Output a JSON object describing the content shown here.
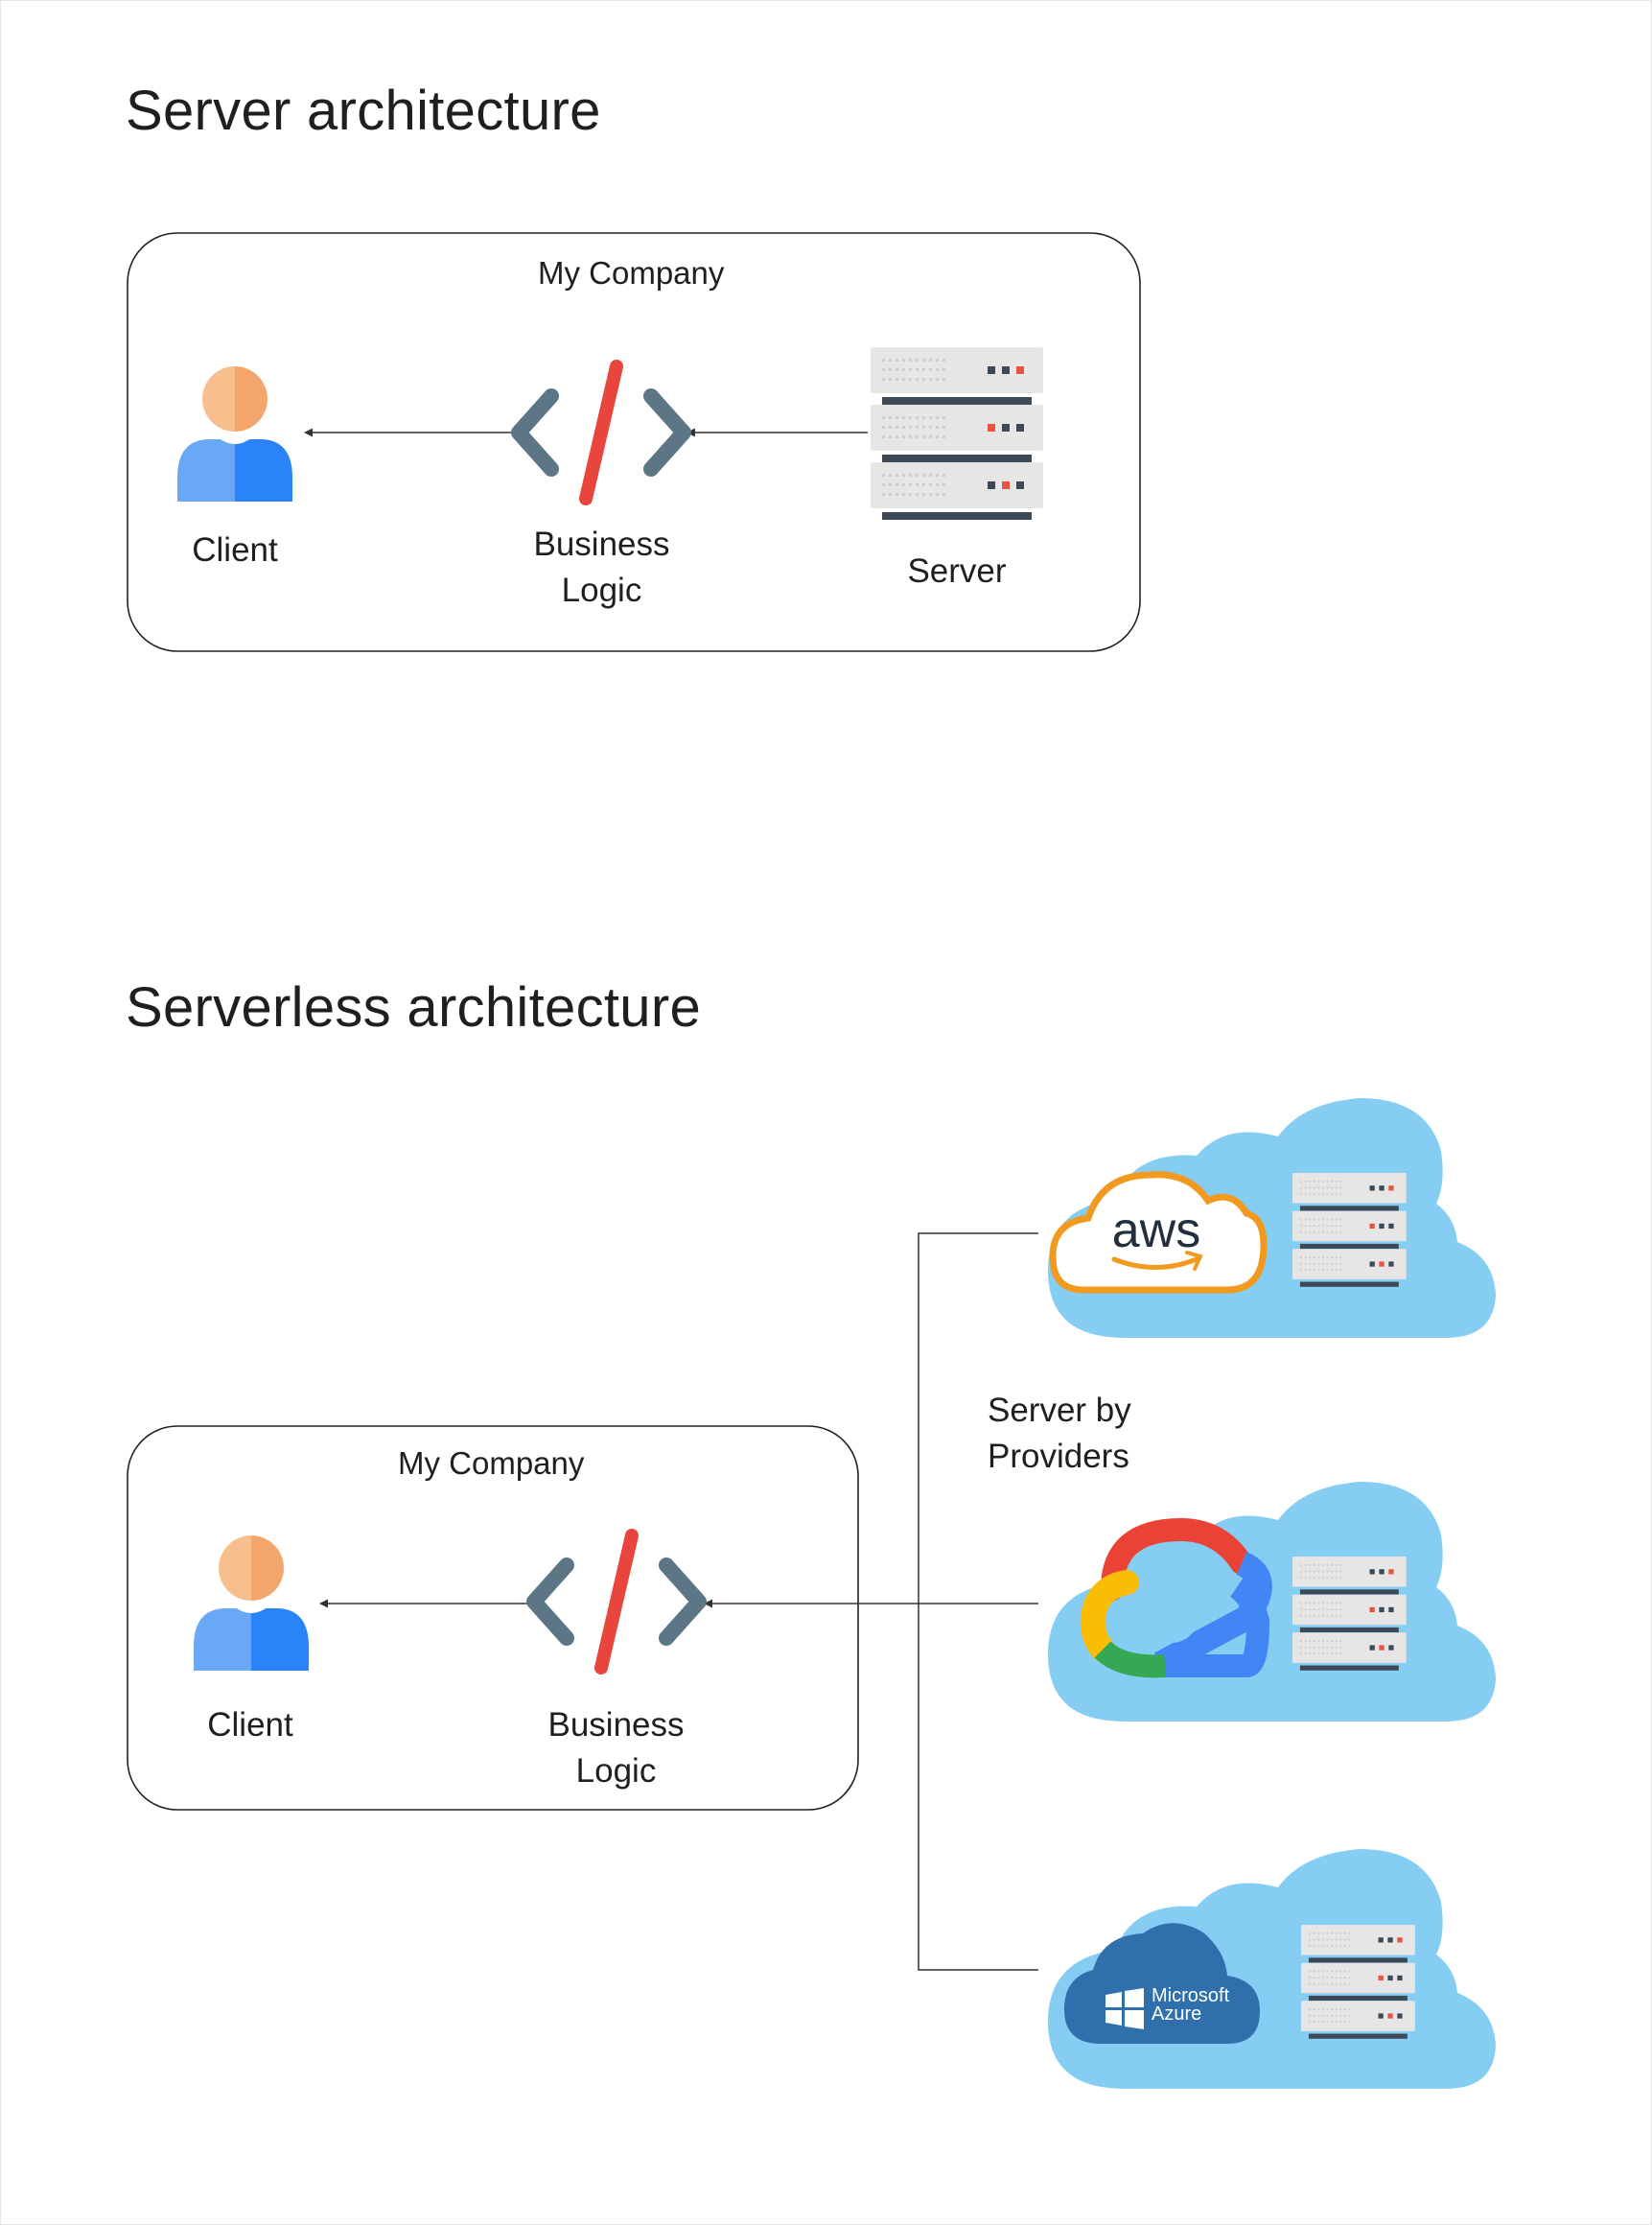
{
  "server_section": {
    "heading": "Server architecture",
    "group_title": "My Company",
    "client_label": "Client",
    "logic_label_line1": "Business",
    "logic_label_line2": "Logic",
    "server_label": "Server"
  },
  "serverless_section": {
    "heading": "Serverless architecture",
    "group_title": "My Company",
    "client_label": "Client",
    "logic_label_line1": "Business",
    "logic_label_line2": "Logic",
    "providers_label_line1": "Server by",
    "providers_label_line2": "Providers",
    "providers": [
      {
        "name": "aws",
        "logo_text": "aws"
      },
      {
        "name": "google-cloud",
        "logo_text": ""
      },
      {
        "name": "microsoft-azure",
        "logo_text_line1": "Microsoft",
        "logo_text_line2": "Azure"
      }
    ]
  },
  "colors": {
    "cloud": "#86cdf3",
    "server_body": "#e6e6e6",
    "server_stripe": "#3c4a57",
    "led_red": "#e8553e",
    "code_bracket": "#5d7686",
    "code_slash": "#e8453c",
    "person_head_light": "#f7bf8e",
    "person_head_dark": "#f2a66c",
    "person_body_light": "#69a8f7",
    "person_body_dark": "#2a84f7",
    "aws_orange": "#f29a1f",
    "aws_text": "#232f3e",
    "azure_blue": "#2f6fab"
  },
  "icons": [
    "person-icon",
    "code-icon",
    "server-rack-icon",
    "cloud-icon",
    "aws-logo-icon",
    "google-cloud-logo-icon",
    "azure-logo-icon"
  ]
}
